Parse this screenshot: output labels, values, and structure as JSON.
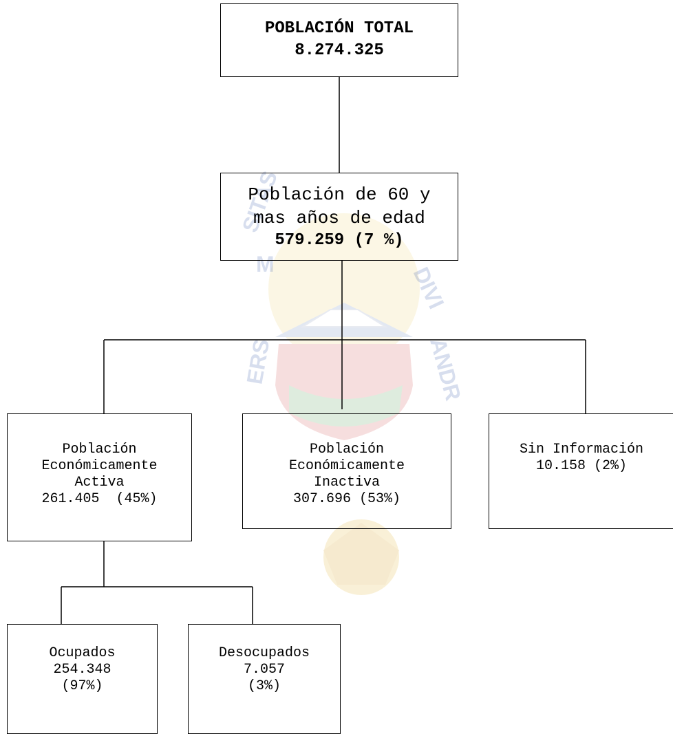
{
  "colors": {
    "line": "#000000",
    "watermark_red": "#c8424a",
    "watermark_blue": "#3b5ba8",
    "watermark_green": "#3a8a3a",
    "watermark_gold": "#d4a827"
  },
  "nodes": {
    "total": {
      "label": "POBLACIÓN TOTAL",
      "value": "8.274.325"
    },
    "elderly": {
      "line1": "Población de 60 y",
      "line2": "mas años de edad",
      "value": "579.259",
      "percent": "(7 %)"
    },
    "pea": {
      "line1": "Población",
      "line2": "Económicamente",
      "line3": "Activa",
      "value": "261.405  (45%)"
    },
    "pei": {
      "line1": "Población",
      "line2": "Económicamente",
      "line3": "Inactiva",
      "value": "307.696 (53%)"
    },
    "sin_info": {
      "line1": "Sin Información",
      "value": "10.158 (2%)"
    },
    "ocupados": {
      "label": "Ocupados",
      "value": "254.348",
      "percent": "(97%)"
    },
    "desocupados": {
      "label": "Desocupados",
      "value": "7.057",
      "percent": "(3%)"
    }
  },
  "watermark": {
    "text_left": "SITAS",
    "text_left2": "ERS",
    "text_right": "DIVI",
    "text_right2": "ANDR",
    "letter_m": "M"
  }
}
